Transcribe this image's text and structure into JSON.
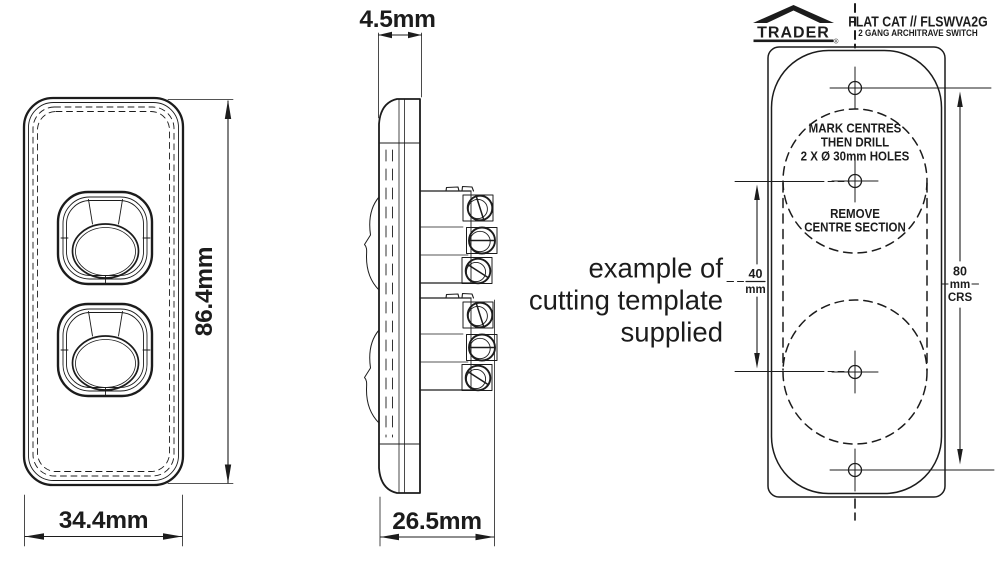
{
  "colors": {
    "ink": "#1c1c1c",
    "background": "#ffffff"
  },
  "front_view": {
    "width_label": "34.4mm",
    "height_label": "86.4mm"
  },
  "side_view": {
    "thickness_label": "4.5mm",
    "depth_label": "26.5mm"
  },
  "caption": {
    "line1": "example of",
    "line2": "cutting template",
    "line3": "supplied"
  },
  "template": {
    "brand": "TRADER",
    "registered_mark": "®",
    "product_code": "FLAT CAT // FLSWVA2G",
    "product_type": "2 GANG ARCHITRAVE SWITCH",
    "drill_note_line1": "MARK CENTRES",
    "drill_note_line2": "THEN DRILL",
    "drill_note_line3": "2 X Ø 30mm HOLES",
    "remove_note_line1": "REMOVE",
    "remove_note_line2": "CENTRE SECTION",
    "hole_spacing": {
      "value": "40",
      "unit": "mm"
    },
    "fixing_centres": {
      "value": "80",
      "unit": "mm",
      "suffix": "CRS"
    }
  }
}
